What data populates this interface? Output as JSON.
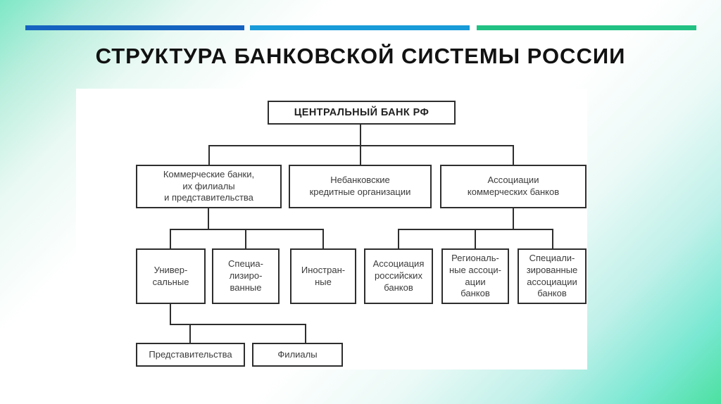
{
  "slide": {
    "title": "СТРУКТУРА БАНКОВСКОЙ СИСТЕМЫ РОССИИ",
    "accent_bars": [
      {
        "name": "dark-blue",
        "color": "#1463c0"
      },
      {
        "name": "light-blue",
        "color": "#189bd8"
      },
      {
        "name": "green",
        "color": "#21c183"
      }
    ]
  },
  "diagram": {
    "nodes": {
      "central": "ЦЕНТРАЛЬНЫЙ БАНК РФ",
      "commercial": "Коммерческие банки,\nих филиалы\nи представительства",
      "nonbank": "Небанковские\nкредитные организации",
      "associations": "Ассоциации\nкоммерческих банков",
      "universal": "Универ-\nсальные",
      "specialized": "Специа-\nлизиро-\nванные",
      "foreign": "Иностран-\nные",
      "assoc_russian": "Ассоциация\nроссийских\nбанков",
      "regional": "Региональ-\nные ассоци-\nации\nбанков",
      "spec_assoc": "Специали-\nзированные\nассоциации\nбанков",
      "representations": "Представительства",
      "branches": "Филиалы"
    }
  }
}
